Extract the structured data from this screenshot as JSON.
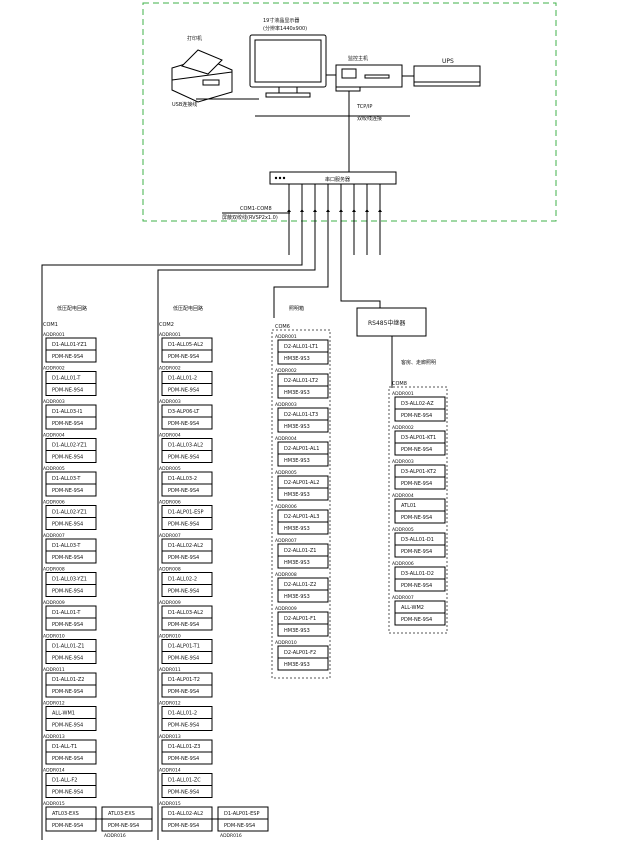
{
  "control_room": {
    "printer_label": "打印机",
    "usb_label": "USB连接线",
    "monitor_label_1": "19寸液晶显示器",
    "monitor_label_2": "(分辨率1440x900)",
    "host_label": "监控主机",
    "ups_label": "UPS",
    "tcpip_label_1": "TCP/IP",
    "tcpip_label_2": "双绞线连接",
    "switch_label": "串口服务器",
    "bus_label_1": "COM1-COM8",
    "bus_label_2": "屏蔽双绞线(RVSP2x1.0)"
  },
  "columns": [
    {
      "heading": "低压配电回路",
      "com": "COM1",
      "devices": [
        {
          "addr": "ADDR001",
          "code": "D1-ALL01-YZ1",
          "model": "PDM-NE-9S4"
        },
        {
          "addr": "ADDR002",
          "code": "D1-ALL01-T",
          "model": "PDM-NE-9S4"
        },
        {
          "addr": "ADDR003",
          "code": "D1-ALL03-I1",
          "model": "PDM-NE-9S4"
        },
        {
          "addr": "ADDR004",
          "code": "D1-ALL02-YZ1",
          "model": "PDM-NE-9S4"
        },
        {
          "addr": "ADDR005",
          "code": "D1-ALL03-T",
          "model": "PDM-NE-9S4"
        },
        {
          "addr": "ADDR006",
          "code": "D1-ALL02-YZ1",
          "model": "PDM-NE-9S4"
        },
        {
          "addr": "ADDR007",
          "code": "D1-ALL03-T",
          "model": "PDM-NE-9S4"
        },
        {
          "addr": "ADDR008",
          "code": "D1-ALL03-YZ1",
          "model": "PDM-NE-9S4"
        },
        {
          "addr": "ADDR009",
          "code": "D1-ALL01-T",
          "model": "PDM-NE-9S4"
        },
        {
          "addr": "ADDR010",
          "code": "D1-ALL01-Z1",
          "model": "PDM-NE-9S4"
        },
        {
          "addr": "ADDR011",
          "code": "D1-ALL01-Z2",
          "model": "PDM-NE-9S4"
        },
        {
          "addr": "ADDR012",
          "code": "ALL-WM1",
          "model": "PDM-NE-9S4"
        },
        {
          "addr": "ADDR013",
          "code": "D1-ALL-T1",
          "model": "PDM-NE-9S4"
        },
        {
          "addr": "ADDR014",
          "code": "D1-ALL-F2",
          "model": "PDM-NE-9S4"
        },
        {
          "addr": "ADDR015",
          "code": "ATL03-EXS",
          "model": "PDM-NE-9S4"
        }
      ],
      "extra": {
        "addr": "ADDR016",
        "code": "ATL03-EXS",
        "model": "PDM-NE-9S4"
      }
    },
    {
      "heading": "低压配电回路",
      "com": "COM2",
      "devices": [
        {
          "addr": "ADDR001",
          "code": "D1-ALL05-AL2",
          "model": "PDM-NE-9S4"
        },
        {
          "addr": "ADDR002",
          "code": "D1-ALL01-2",
          "model": "PDM-NE-9S4"
        },
        {
          "addr": "ADDR003",
          "code": "D3-ALP06-LT",
          "model": "PDM-NE-9S4"
        },
        {
          "addr": "ADDR004",
          "code": "D1-ALL03-AL2",
          "model": "PDM-NE-9S4"
        },
        {
          "addr": "ADDR005",
          "code": "D1-ALL03-2",
          "model": "PDM-NE-9S4"
        },
        {
          "addr": "ADDR006",
          "code": "D1-ALP01-ESP",
          "model": "PDM-NE-9S4"
        },
        {
          "addr": "ADDR007",
          "code": "D1-ALL02-AL2",
          "model": "PDM-NE-9S4"
        },
        {
          "addr": "ADDR008",
          "code": "D1-ALL02-2",
          "model": "PDM-NE-9S4"
        },
        {
          "addr": "ADDR009",
          "code": "D1-ALL03-AL2",
          "model": "PDM-NE-9S4"
        },
        {
          "addr": "ADDR010",
          "code": "D1-ALP01-T1",
          "model": "PDM-NE-9S4"
        },
        {
          "addr": "ADDR011",
          "code": "D1-ALP01-T2",
          "model": "PDM-NE-9S4"
        },
        {
          "addr": "ADDR012",
          "code": "D1-ALL01-2",
          "model": "PDM-NE-9S4"
        },
        {
          "addr": "ADDR013",
          "code": "D1-ALL01-Z3",
          "model": "PDM-NE-9S4"
        },
        {
          "addr": "ADDR014",
          "code": "D1-ALL01-ZC",
          "model": "PDM-NE-9S4"
        },
        {
          "addr": "ADDR015",
          "code": "D1-ALL02-AL2",
          "model": "PDM-NE-9S4"
        }
      ],
      "extra": {
        "addr": "ADDR016",
        "code": "D1-ALP01-ESP",
        "model": "PDM-NE-9S4"
      }
    },
    {
      "heading": "照明箱",
      "com": "COM6",
      "devices": [
        {
          "addr": "ADDR001",
          "code": "D2-ALL01-LT1",
          "model": "HM3E-9S3"
        },
        {
          "addr": "ADDR002",
          "code": "D2-ALL01-LT2",
          "model": "HM3E-9S3"
        },
        {
          "addr": "ADDR003",
          "code": "D2-ALL01-LT3",
          "model": "HM3E-9S3"
        },
        {
          "addr": "ADDR004",
          "code": "D2-ALP01-AL1",
          "model": "HM3E-9S3"
        },
        {
          "addr": "ADDR005",
          "code": "D2-ALP01-AL2",
          "model": "HM3E-9S3"
        },
        {
          "addr": "ADDR006",
          "code": "D2-ALP01-AL3",
          "model": "HM3E-9S3"
        },
        {
          "addr": "ADDR007",
          "code": "D2-ALL01-Z1",
          "model": "HM3E-9S3"
        },
        {
          "addr": "ADDR008",
          "code": "D2-ALL01-Z2",
          "model": "HM3E-9S3"
        },
        {
          "addr": "ADDR009",
          "code": "D2-ALP01-F1",
          "model": "HM3E-9S3"
        },
        {
          "addr": "ADDR010",
          "code": "D2-ALP01-F2",
          "model": "HM3E-9S3"
        }
      ]
    },
    {
      "heading": "客房、走廊照明",
      "com": "COM8",
      "converter_label": "RS485中继器",
      "devices": [
        {
          "addr": "ADDR001",
          "code": "D3-ALL02-AZ",
          "model": "PDM-NE-9S4"
        },
        {
          "addr": "ADDR002",
          "code": "D3-ALP01-KT1",
          "model": "PDM-NE-9S4"
        },
        {
          "addr": "ADDR003",
          "code": "D3-ALP01-KT2",
          "model": "PDM-NE-9S4"
        },
        {
          "addr": "ADDR004",
          "code": "ATL01",
          "model": "PDM-NE-9S4"
        },
        {
          "addr": "ADDR005",
          "code": "D3-ALL01-D1",
          "model": "PDM-NE-9S4"
        },
        {
          "addr": "ADDR006",
          "code": "D3-ALL01-D2",
          "model": "PDM-NE-9S4"
        },
        {
          "addr": "ADDR007",
          "code": "ALL-WM2",
          "model": "PDM-NE-9S4"
        }
      ]
    }
  ],
  "colors": {
    "frame": "#3fb24a",
    "line": "#000000",
    "dashed_group": "#555555"
  }
}
